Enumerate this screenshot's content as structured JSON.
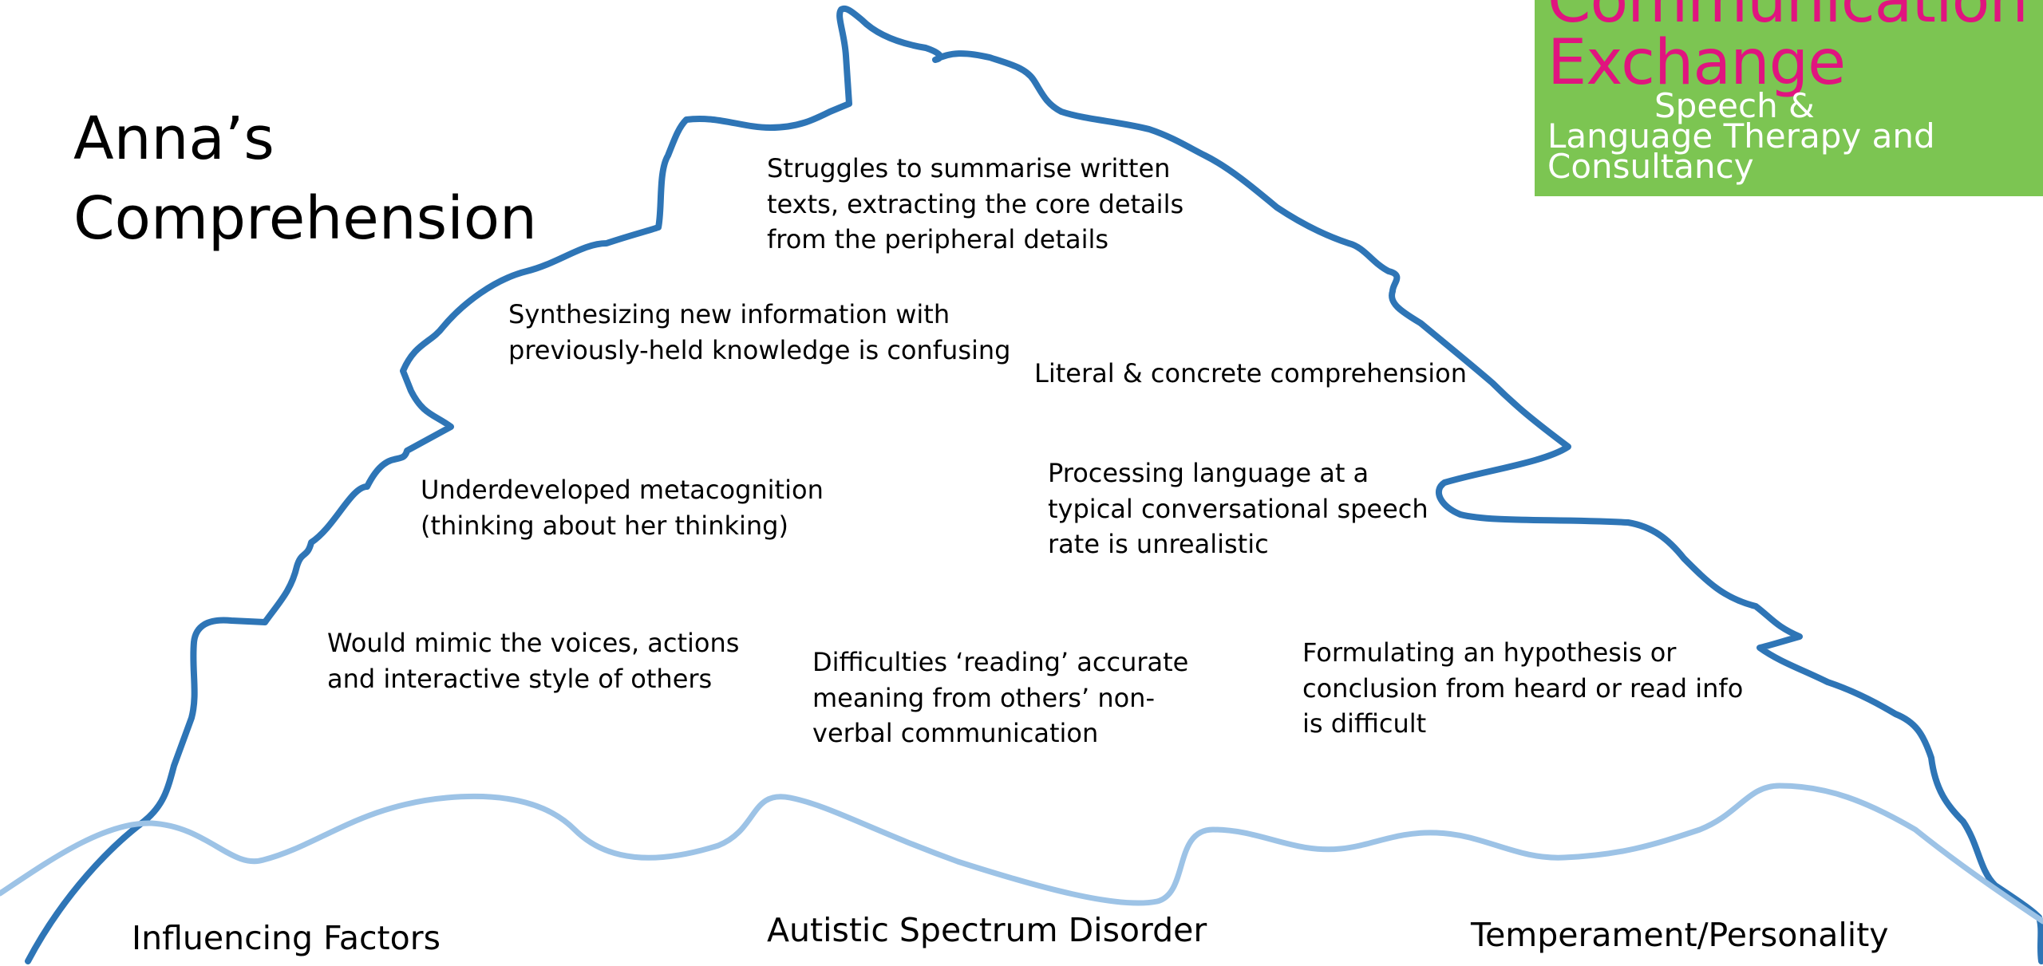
{
  "title": {
    "line1": "Anna’s",
    "line2": "Comprehension"
  },
  "logo": {
    "line1": "Communication",
    "line2": "Exchange",
    "tagline1": "Speech &",
    "tagline2": "Language Therapy and",
    "tagline3": "Consultancy"
  },
  "iceberg_notes": {
    "summarise": "Struggles to summarise written\ntexts, extracting the core details\nfrom the peripheral details",
    "synthesizing": "Synthesizing new information with\npreviously-held knowledge is confusing",
    "literal": "Literal & concrete comprehension",
    "processing": "Processing language at a\ntypical  conversational speech\nrate is unrealistic",
    "metacognition": "Underdeveloped metacognition\n(thinking about her thinking)",
    "mimic": "Would mimic the voices, actions\nand interactive style of others",
    "nonverbal": "Difficulties ‘reading’ accurate\nmeaning from  others’ non-\nverbal communication",
    "hypothesis": "Formulating an hypothesis or\nconclusion from heard or read info\nis difficult"
  },
  "underwater_labels": {
    "influencing": "Influencing Factors",
    "asd": "Autistic Spectrum Disorder",
    "temperament": "Temperament/Personality"
  },
  "colors": {
    "iceberg_outline": "#2e75b6",
    "waterline": "#9dc3e6",
    "logo_background": "#7cc552",
    "logo_brand": "#e0147f"
  }
}
